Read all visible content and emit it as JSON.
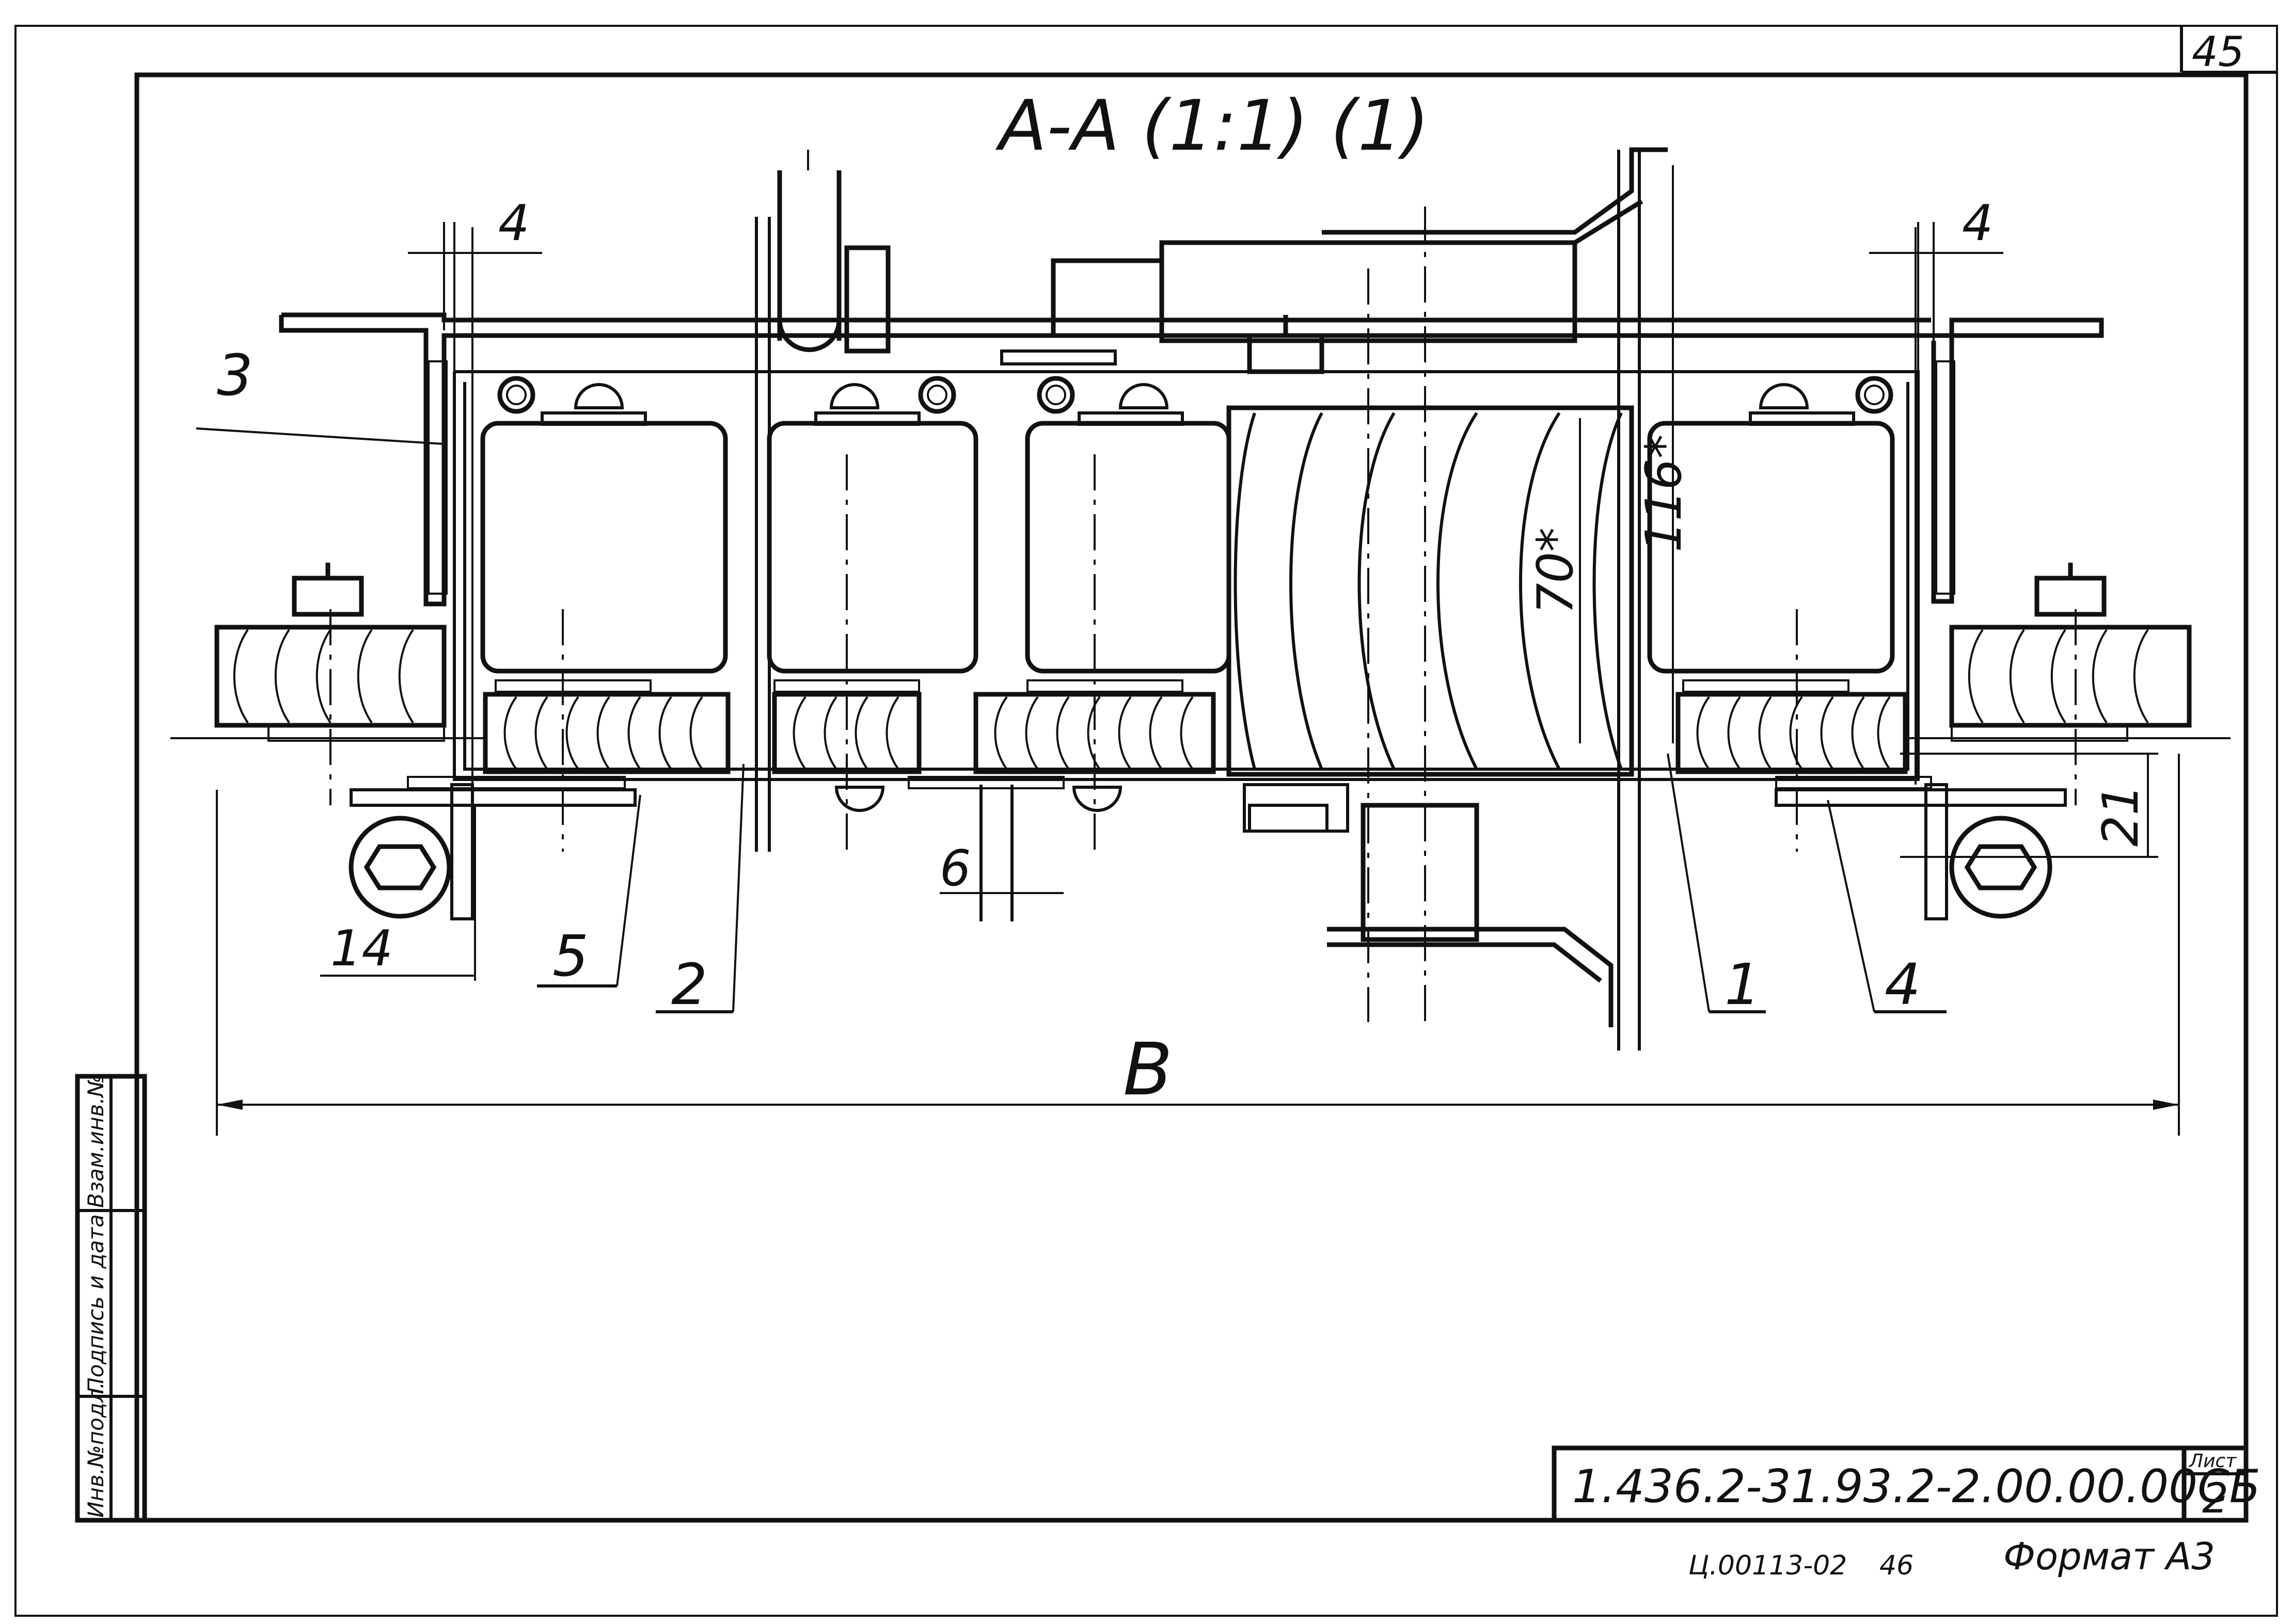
{
  "sheet_number": "45",
  "section_title": "А-А (1:1) (1)",
  "dimensions": {
    "gap_left": "4",
    "gap_right": "4",
    "offset_left": "14",
    "gap_bottom": "6",
    "height_right": "21",
    "inner_height": "70*",
    "outer_height": "116*",
    "overall_width": "В"
  },
  "callouts": {
    "item_1": "1",
    "item_2": "2",
    "item_3": "3",
    "item_4": "4",
    "item_5": "5"
  },
  "side_stamp": {
    "col_1": "Инв.№подл.",
    "col_2": "Подпись и дата",
    "col_3": "Взам.инв.№"
  },
  "title_block": {
    "designation": "1.436.2-31.93.2-2.00.00.00СБ",
    "sheet_label": "Лист",
    "sheet_value": "2"
  },
  "footer": {
    "archive_code": "Ц.00113-02",
    "archive_page": "46",
    "format": "Формат А3"
  }
}
